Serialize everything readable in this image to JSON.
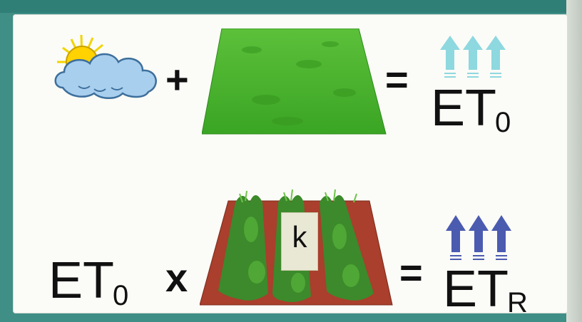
{
  "equation_1": {
    "operator_plus": "+",
    "operator_equals": "=",
    "result_main": "ET",
    "result_sub": "0"
  },
  "equation_2": {
    "input_main": "ET",
    "input_sub": "0",
    "operator_times": "x",
    "crop_label": "k",
    "operator_equals": "=",
    "result_main": "ET",
    "result_sub": "R"
  },
  "colors": {
    "frame": "#3f8f86",
    "panel": "#fbfbf7",
    "grass": "#46b72c",
    "soil": "#a93f2c",
    "crop": "#3c8a2b",
    "arrow_reference": "#8ed8e0",
    "arrow_crop": "#4b5bb0"
  },
  "icons": [
    "sun-cloud-icon",
    "grass-field-icon",
    "crop-field-icon",
    "evaporation-arrows-icon"
  ]
}
